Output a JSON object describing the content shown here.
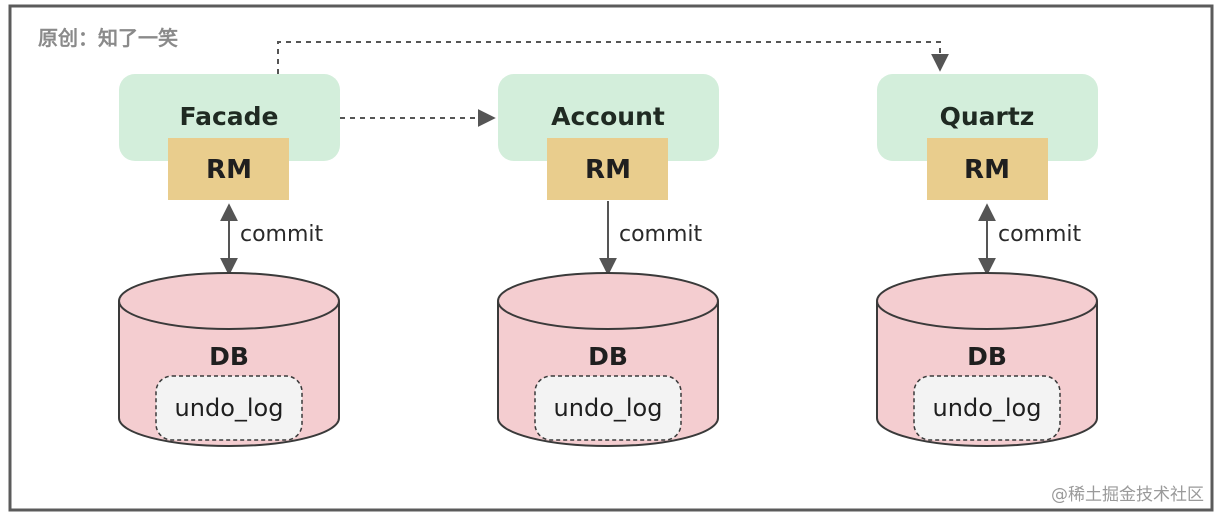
{
  "caption": "原创：知了一笑",
  "watermark": "@稀土掘金技术社区",
  "services": [
    {
      "name": "Facade",
      "rm": "RM",
      "commit": "commit",
      "db": "DB",
      "undo": "undo_log",
      "link": "bidirectional"
    },
    {
      "name": "Account",
      "rm": "RM",
      "commit": "commit",
      "db": "DB",
      "undo": "undo_log",
      "link": "down"
    },
    {
      "name": "Quartz",
      "rm": "RM",
      "commit": "commit",
      "db": "DB",
      "undo": "undo_log",
      "link": "bidirectional"
    }
  ],
  "calls": [
    {
      "from": "Facade",
      "to": "Account",
      "style": "dashed"
    },
    {
      "from": "Facade",
      "to": "Quartz",
      "style": "dashed"
    }
  ],
  "colors": {
    "service_bg": "#d3eedb",
    "rm_bg": "#e9cd8d",
    "db_fill": "#f4cdd0",
    "db_stroke": "#3a3a3a",
    "undo_bg": "#f3f3f3",
    "frame": "#5b5b5b",
    "arrow": "#555555"
  }
}
